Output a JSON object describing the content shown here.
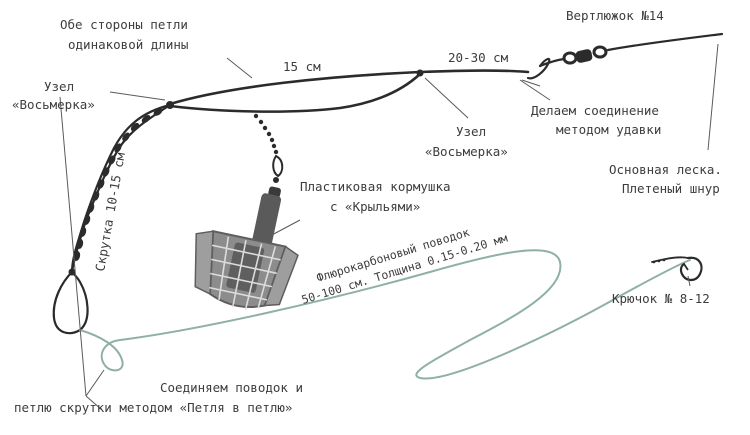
{
  "labels": {
    "loop_equal": [
      "Обе стороны петли",
      "одинаковой длины"
    ],
    "knot_left": [
      "Узел",
      "«Восьмерка»"
    ],
    "len_15": "15 см",
    "len_20_30": "20-30 см",
    "swivel": "Вертлюжок №14",
    "crimp": [
      "Делаем соединение",
      "методом удавки"
    ],
    "knot_mid": [
      "Узел",
      "«Восьмерка»"
    ],
    "twist": "Скрутка 10-15 см",
    "feeder": [
      "Пластиковая кормушка",
      "с «Крыльями»"
    ],
    "fluoro": [
      "Флюрокарбоновый поводок",
      "50-100 см. Толщина 0.15-0.20 мм"
    ],
    "main_line": [
      "Основная леска.",
      "Плетеный шнур"
    ],
    "hook": "Крючок № 8-12",
    "loop_join": [
      "Соединяем поводок и",
      "петлю скрутки методом «Петля в петлю»"
    ]
  },
  "colors": {
    "line": "#2b2b2b",
    "leader": "#8fb0a4",
    "text": "#3d3d3d",
    "feeder_body": "#6e6e6e",
    "feeder_cage": "#9a9a9a"
  },
  "icons": [
    "swivel-icon",
    "feeder-icon",
    "hook-icon",
    "knot-icon"
  ]
}
